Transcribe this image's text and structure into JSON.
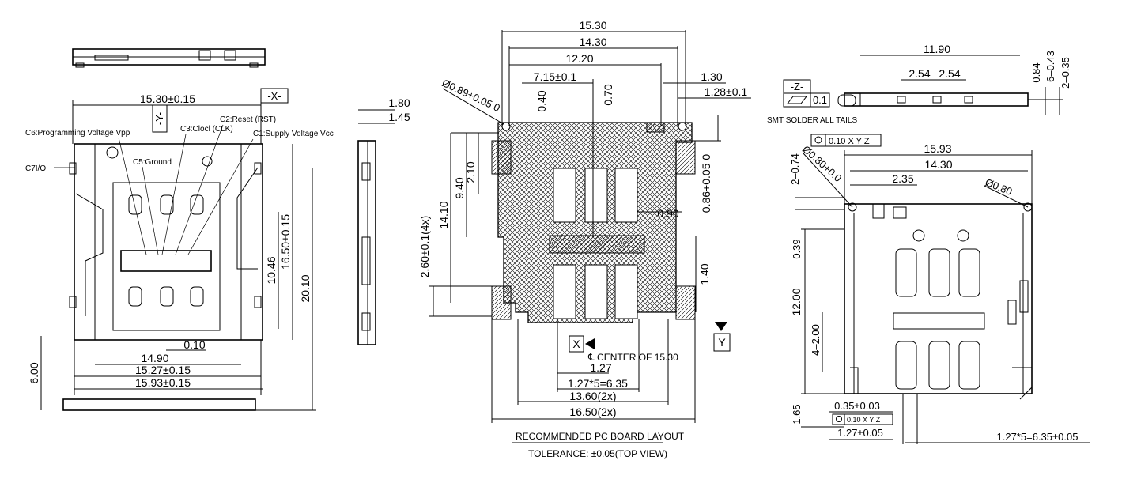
{
  "colors": {
    "ink": "#000000",
    "paper": "#ffffff",
    "hatch": "#000000"
  },
  "left_view": {
    "dims": {
      "top_width": "15.30±0.15",
      "width_14_90": "14.90",
      "offset_0_10": "0.10",
      "width_15_27": "15.27±0.15",
      "width_15_93": "15.93±0.15",
      "height_10_46": "10.46",
      "height_16_50": "16.50±0.15",
      "height_20_10": "20.10",
      "height_6_00": "6.00"
    },
    "datums": {
      "x": "-X-",
      "y": "-Y-"
    },
    "contacts": {
      "c1": "C1:Supply Voltage Vcc",
      "c2": "C2:Reset (RST)",
      "c3": "C3:Clocl (CLK)",
      "c5": "C5:Ground",
      "c6": "C6:Programming Voltage Vpp",
      "c7": "C7I/O"
    }
  },
  "side_view": {
    "dims": {
      "d_1_80": "1.80",
      "d_1_45": "1.45"
    }
  },
  "center_view": {
    "dims": {
      "w_15_30": "15.30",
      "w_14_30": "14.30",
      "w_12_20": "12.20",
      "w_7_15": "7.15±0.1",
      "w_1_30": "1.30",
      "w_1_28": "1.28±0.1",
      "w_0_40": "0.40",
      "w_0_70": "0.70",
      "hole": "Ø0.89+0.05 0",
      "h_2_10": "2.10",
      "h_9_40": "9.40",
      "h_14_10": "14.10",
      "h_2_60": "2.60±0.1(4x)",
      "h_0_86": "0.86+0.05 0",
      "w_0_90": "0.90",
      "h_1_40": "1.40",
      "center_note": "℄ CENTER OF 15.30",
      "pitch_1_27": "1.27",
      "pitch_total": "1.27*5=6.35",
      "w_13_60": "13.60(2x)",
      "w_16_50": "16.50(2x)"
    },
    "datums": {
      "x": "X",
      "y": "Y"
    },
    "title": "RECOMMENDED PC BOARD LAYOUT",
    "tolerance": "TOLERANCE: ±0.05(TOP VIEW)"
  },
  "right_view": {
    "dims": {
      "w_11_90": "11.90",
      "w_2_54a": "2.54",
      "w_2_54b": "2.54",
      "d_0_84": "0.84",
      "d_6_043": "6–0.43",
      "d_2_035": "2–0.35",
      "w_15_93": "15.93",
      "w_14_30": "14.30",
      "w_2_35": "2.35",
      "d_2_074": "2–0.74",
      "hole_080_7": "Ø0.80+0.0",
      "hole_080": "Ø0.80",
      "h_0_39": "0.39",
      "h_12_00": "12.00",
      "h_4_2_00": "4–2.00",
      "h_1_65": "1.65",
      "w_0_35": "0.35±0.03",
      "pitch_1_27": "1.27±0.05",
      "pitch_total": "1.27*5=6.35±0.05"
    },
    "datum_z": "-Z-",
    "flatness": "0.1",
    "smt_note": "SMT SOLDER ALL TAILS",
    "fcf_top": "0.10 X Y Z",
    "fcf_bottom": "0.10 X Y Z"
  }
}
